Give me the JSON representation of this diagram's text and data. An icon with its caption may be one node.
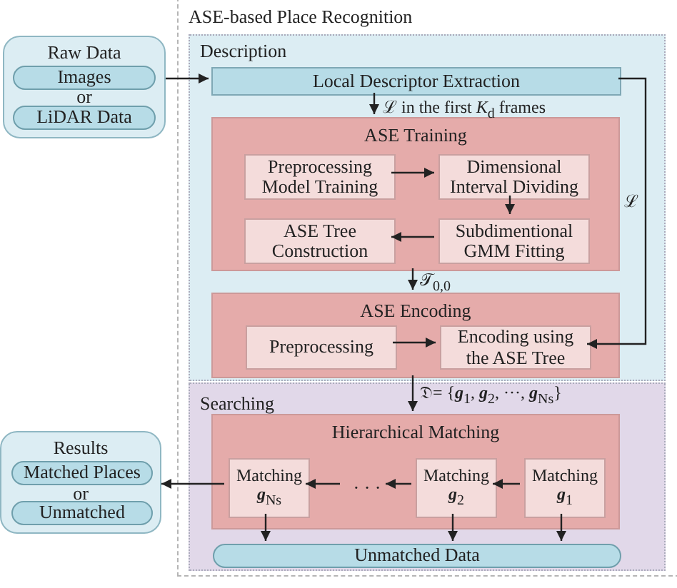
{
  "diagram": {
    "nodes": [
      {
        "text": [
          "ASE-based Place Recognition"
        ]
      },
      {
        "text": [
          "Description"
        ],
        "in": 0
      },
      {
        "text": [
          "Local Descriptor Extraction"
        ],
        "in": 1
      },
      {
        "text": [
          "ASE Training"
        ],
        "in": 1
      },
      {
        "text": [
          "Preprocessing Model Training"
        ],
        "in": 3
      },
      {
        "text": [
          "Dimensional Interval Dividing"
        ],
        "in": 3
      },
      {
        "text": [
          "ASE Tree Construction"
        ],
        "in": 3
      },
      {
        "text": [
          "Subdimentional GMM Fitting"
        ],
        "in": 3
      },
      {
        "text": [
          "ASE Encoding"
        ],
        "in": 1
      },
      {
        "text": [
          "Preprocessing"
        ],
        "in": 8
      },
      {
        "text": [
          "Encoding using the ASE Tree"
        ],
        "in": 8
      },
      {
        "text": [
          "Searching"
        ],
        "in": 0
      },
      {
        "text": [
          "Hierarchical Matching"
        ],
        "in": 11
      },
      {
        "text": [
          "Matching",
          "**g**$_{Ns}$"
        ],
        "in": 12
      },
      {
        "text": [
          "· · ·"
        ],
        "in": 12
      },
      {
        "text": [
          "Matching",
          "**g**$_{2}$"
        ],
        "in": 12
      },
      {
        "text": [
          "Matching",
          "**g**$_{1}$"
        ],
        "in": 12
      },
      {
        "text": [
          "Unmatched Data"
        ],
        "in": 11
      },
      {
        "text": [
          "Raw Data",
          "or"
        ]
      },
      {
        "text": [
          "Images"
        ],
        "in": 18
      },
      {
        "text": [
          "LiDAR Data"
        ],
        "in": 18
      },
      {
        "text": [
          "Results",
          "or"
        ]
      },
      {
        "text": [
          "Matched Places"
        ],
        "in": 21
      },
      {
        "text": [
          "Unmatched"
        ],
        "in": 21
      }
    ],
    "edges": [
      {
        "from": 18,
        "to": 2,
        "arrow": "to"
      },
      {
        "from": 2,
        "to": 3,
        "arrow": "to",
        "label": "ℒ in the first *K*$_{d}$ frames"
      },
      {
        "from": 2,
        "to": 10,
        "arrow": "to",
        "label": "ℒ"
      },
      {
        "from": 4,
        "to": 5,
        "arrow": "to"
      },
      {
        "from": 5,
        "to": 7,
        "arrow": "to"
      },
      {
        "from": 7,
        "to": 6,
        "arrow": "to"
      },
      {
        "from": 3,
        "to": 8,
        "arrow": "to",
        "label": "𝒯$_{0,0}$"
      },
      {
        "from": 9,
        "to": 10,
        "arrow": "to"
      },
      {
        "from": 8,
        "to": 12,
        "arrow": "to",
        "label": "𝔇= {**g**$_{1}$, **g**$_{2}$, ···, **g**$_{Ns}$}"
      },
      {
        "from": 16,
        "to": 15,
        "arrow": "to"
      },
      {
        "from": 15,
        "to": 14,
        "arrow": "to"
      },
      {
        "from": 14,
        "to": 13,
        "arrow": "to"
      },
      {
        "from": 13,
        "to": 21,
        "arrow": "to"
      },
      {
        "from": 13,
        "to": 17,
        "arrow": "to"
      },
      {
        "from": 15,
        "to": 17,
        "arrow": "to"
      },
      {
        "from": 16,
        "to": 17,
        "arrow": "to"
      }
    ]
  }
}
